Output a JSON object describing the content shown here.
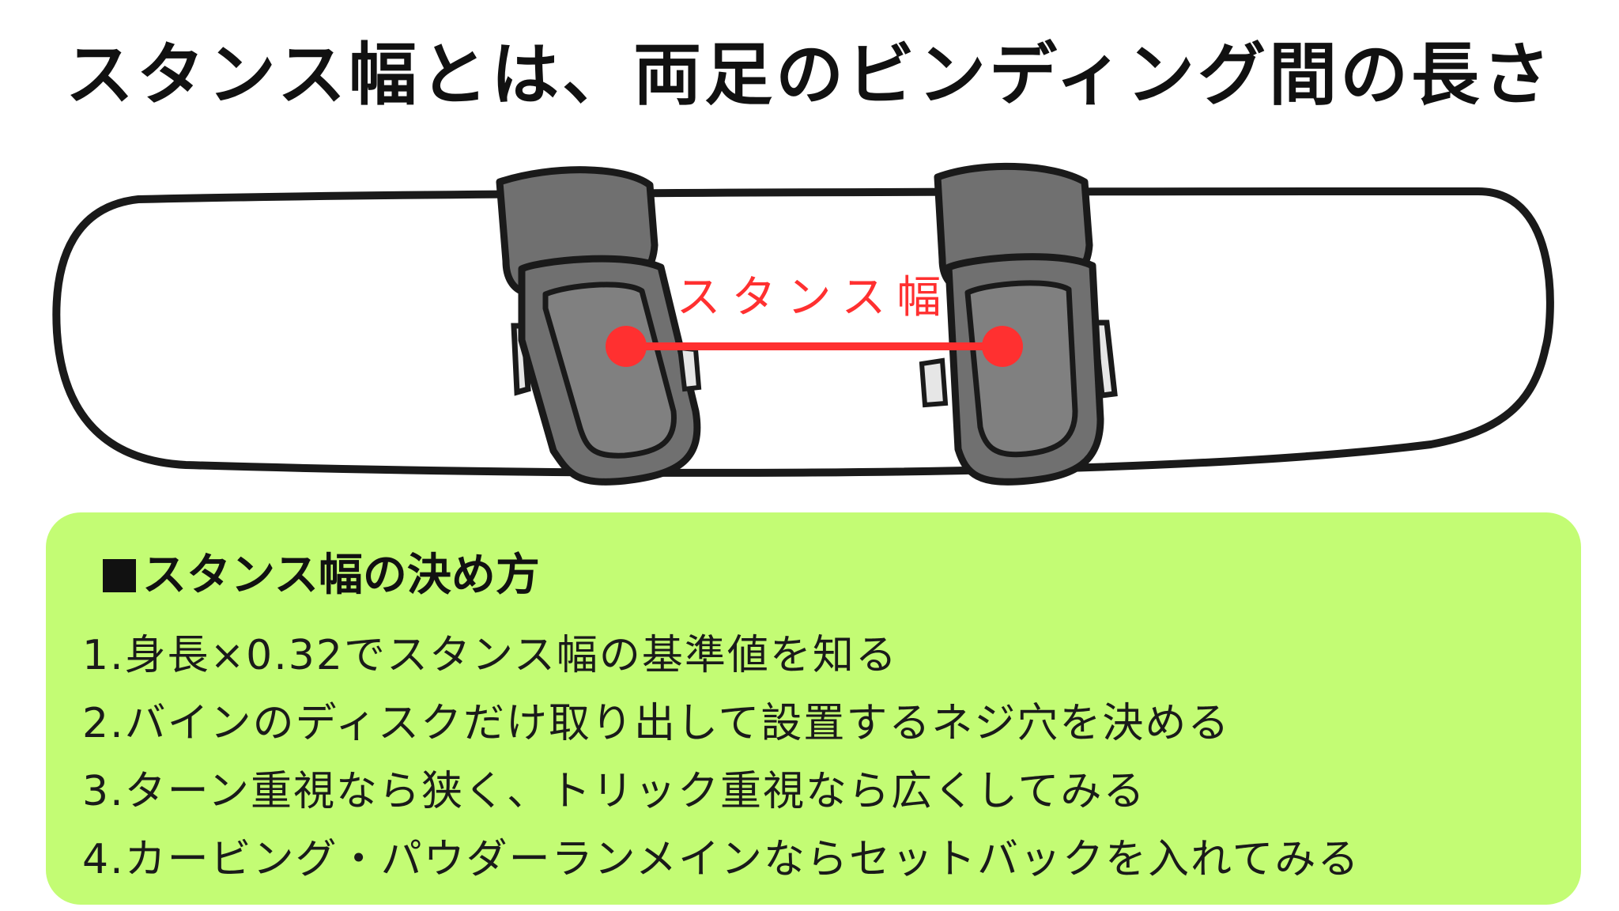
{
  "title": "スタンス幅とは、両足のビンディング間の長さ",
  "diagram": {
    "measure_label": "スタンス幅",
    "colors": {
      "board_fill": "#ffffff",
      "outline": "#1a1a1a",
      "binding": "#707070",
      "binding_inner": "#808080",
      "measure": "#ff3030"
    }
  },
  "panel": {
    "heading": "スタンス幅の決め方",
    "background": "#c3fc74",
    "steps": [
      "1.身長×0.32でスタンス幅の基準値を知る",
      "2.バインのディスクだけ取り出して設置するネジ穴を決める",
      "3.ターン重視なら狭く、トリック重視なら広くしてみる",
      "4.カービング・パウダーランメインならセットバックを入れてみる"
    ]
  }
}
